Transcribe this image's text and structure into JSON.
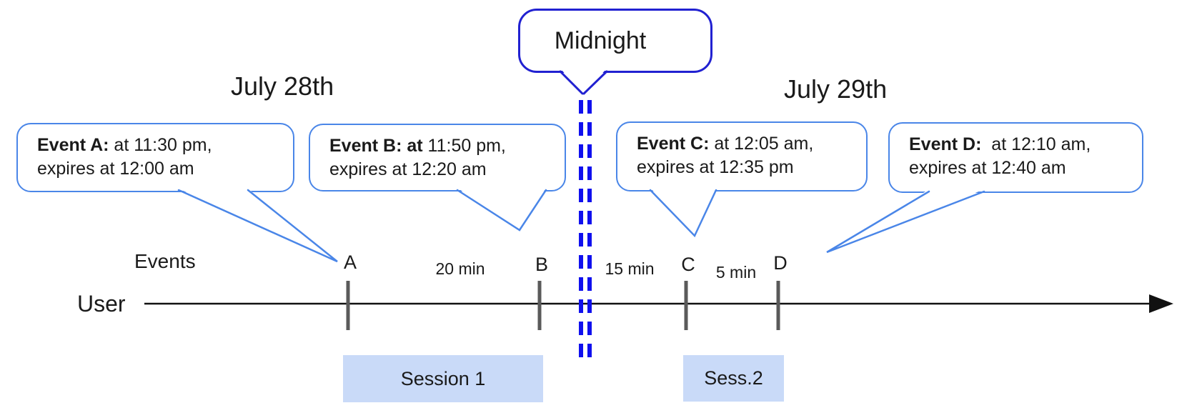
{
  "diagram": {
    "dates": {
      "left": "July 28th",
      "right": "July 29th"
    },
    "midnight": {
      "label": "Midnight"
    },
    "axis": {
      "events_label": "Events",
      "user_label": "User"
    },
    "events": [
      {
        "letter": "A",
        "title": "Event A:",
        "line1_rest": " at 11:30 pm,",
        "line2": "expires at 12:00 am"
      },
      {
        "letter": "B",
        "title": "Event B: at",
        "line1_rest": " 11:50 pm,",
        "line2": "expires at 12:20 am"
      },
      {
        "letter": "C",
        "title": "Event C:",
        "line1_rest": " at 12:05 am,",
        "line2": "expires at 12:35 pm"
      },
      {
        "letter": "D",
        "title": "Event D:",
        "line1_rest": "  at 12:10 am,",
        "line2": "expires at 12:40 am"
      }
    ],
    "gaps": [
      {
        "label": "20 min"
      },
      {
        "label": "15 min"
      },
      {
        "label": "5 min"
      }
    ],
    "sessions": [
      {
        "label": "Session 1"
      },
      {
        "label": "Sess.2"
      }
    ],
    "colors": {
      "callout_border": "#4a86e8",
      "midnight_border": "#2121d1",
      "midnight_dash": "#1010ee",
      "session_fill": "#c9daf8",
      "tick": "#5a5a5a",
      "axis": "#111111"
    }
  }
}
